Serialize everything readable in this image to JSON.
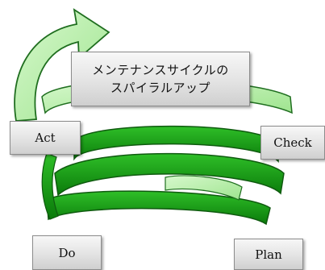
{
  "title": {
    "line1": "メンテナンスサイクルの",
    "line2": "スパイラルアップ"
  },
  "stages": {
    "act": "Act",
    "check": "Check",
    "do": "Do",
    "plan": "Plan"
  },
  "colors": {
    "dark_green": "#0e8a0e",
    "mid_green": "#27b31f",
    "light_green": "#b8f0ab",
    "outline": "#1f6e1f"
  }
}
